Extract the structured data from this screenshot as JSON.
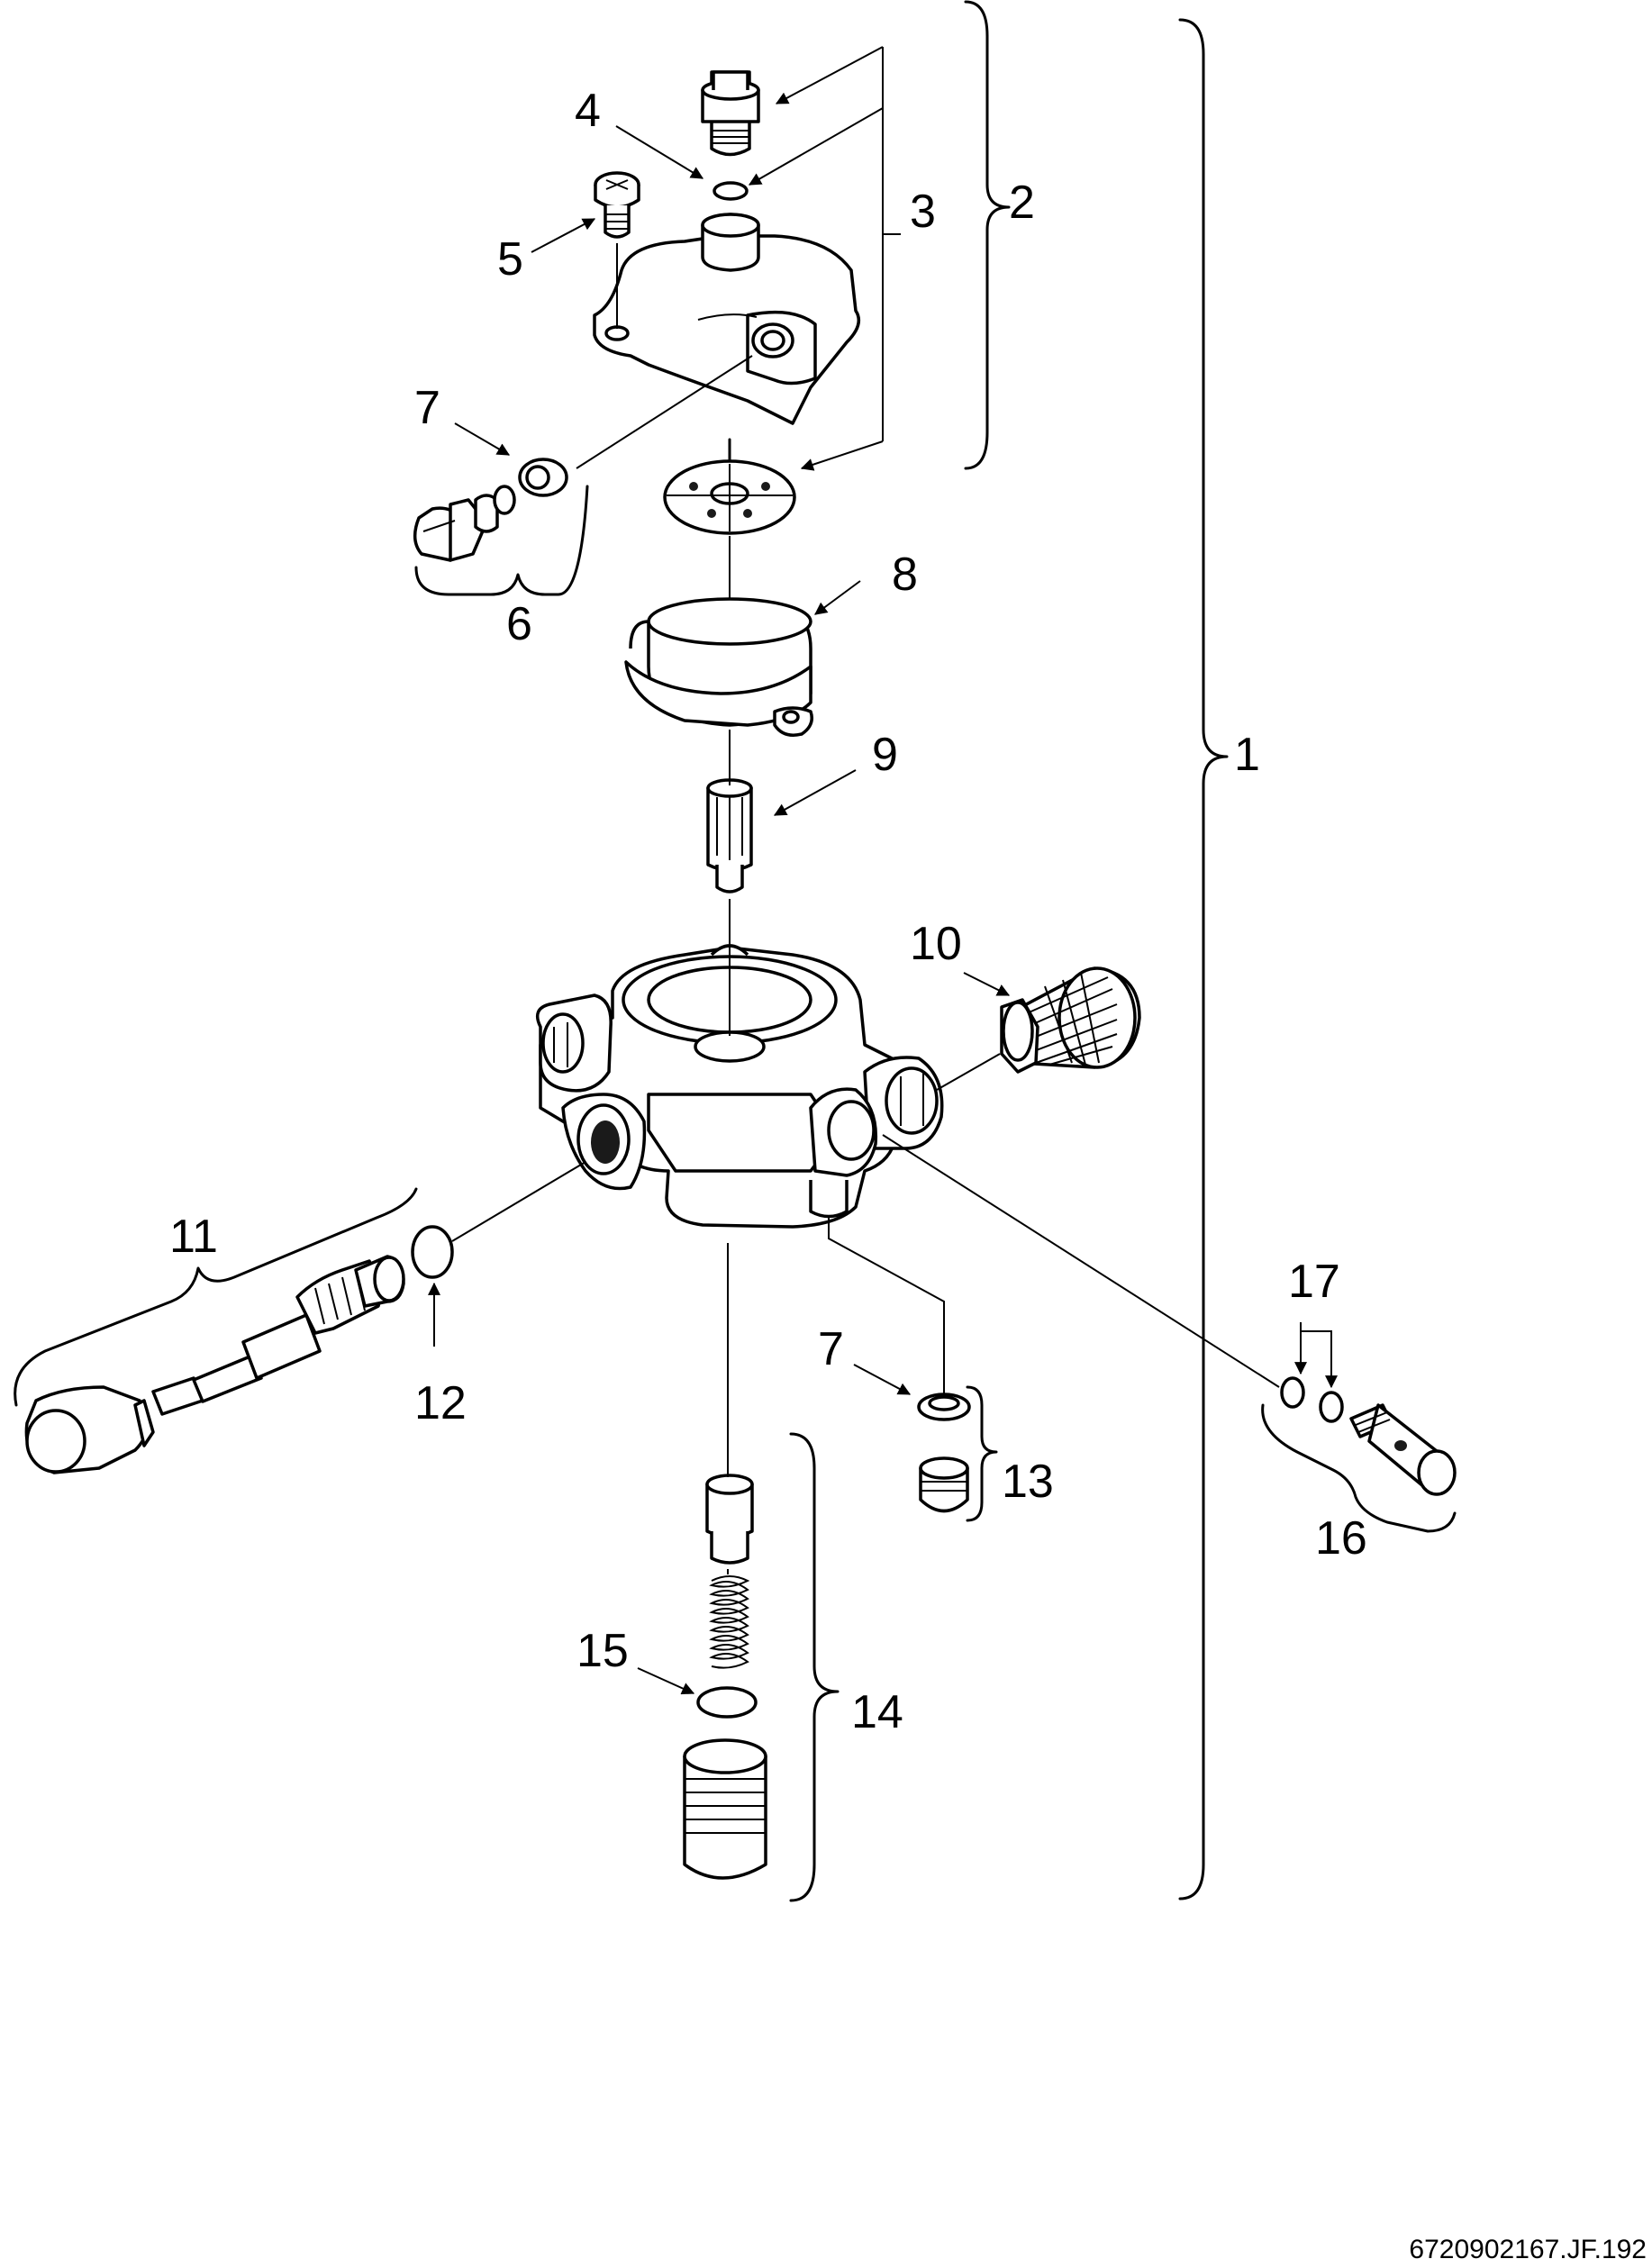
{
  "callouts": [
    {
      "id": "1",
      "text": "1"
    },
    {
      "id": "2",
      "text": "2"
    },
    {
      "id": "3",
      "text": "3"
    },
    {
      "id": "4",
      "text": "4"
    },
    {
      "id": "5",
      "text": "5"
    },
    {
      "id": "6",
      "text": "6"
    },
    {
      "id": "7a",
      "text": "7"
    },
    {
      "id": "7b",
      "text": "7"
    },
    {
      "id": "8",
      "text": "8"
    },
    {
      "id": "9",
      "text": "9"
    },
    {
      "id": "10",
      "text": "10"
    },
    {
      "id": "11",
      "text": "11"
    },
    {
      "id": "12",
      "text": "12"
    },
    {
      "id": "13",
      "text": "13"
    },
    {
      "id": "14",
      "text": "14"
    },
    {
      "id": "15",
      "text": "15"
    },
    {
      "id": "16",
      "text": "16"
    },
    {
      "id": "17",
      "text": "17"
    }
  ],
  "document_reference": "6720902167.JF.192"
}
